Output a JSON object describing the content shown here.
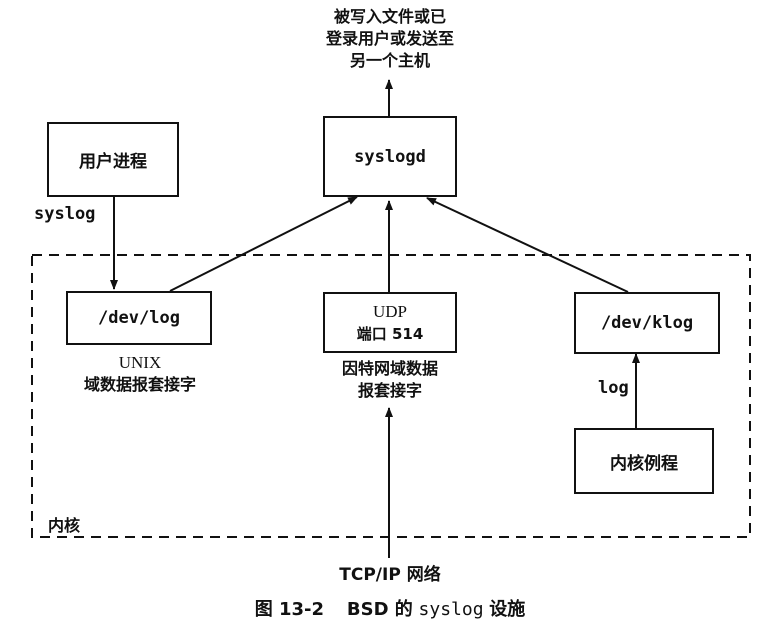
{
  "top_note": [
    "被写入文件或已",
    "登录用户或发送至",
    "另一个主机"
  ],
  "boxes": {
    "user_process": "用户进程",
    "syslogd": "syslogd",
    "dev_log": "/dev/log",
    "udp_line1": "UDP",
    "udp_line2": "端口 514",
    "dev_klog": "/dev/klog",
    "kernel_routine": "内核例程"
  },
  "labels": {
    "syslog": "syslog",
    "unix_line1": "UNIX",
    "unix_line2": "域数据报套接字",
    "inet_line1": "因特网域数据",
    "inet_line2": "报套接字",
    "log": "log",
    "kernel": "内核",
    "tcpip": "TCP/IP 网络"
  },
  "caption": {
    "number": "图 13-2",
    "text_before": "BSD 的",
    "code": "syslog",
    "text_after": "设施"
  }
}
